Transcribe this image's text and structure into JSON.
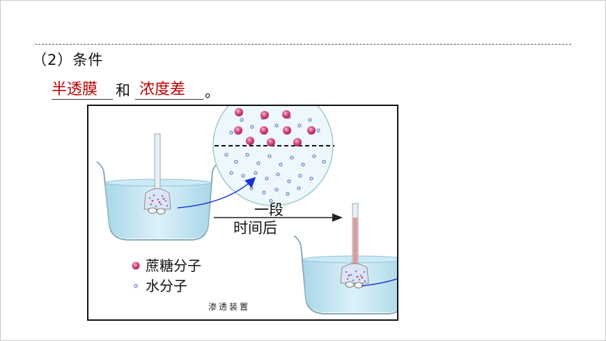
{
  "section": {
    "heading": "（2）条件",
    "blank1": "半透膜",
    "connector": "和",
    "blank2": "浓度差",
    "end_punct": "。"
  },
  "figure": {
    "arrow_label_line1": "一段",
    "arrow_label_line2": "时间后",
    "legend": [
      {
        "label": "蔗糖分子",
        "color": "#d2417a"
      },
      {
        "label": "水分子",
        "color": "#6f86c8"
      }
    ],
    "caption": "渗透装置"
  },
  "colors": {
    "answer_red": "#c00000",
    "water": "#bfe3f0",
    "sugar": "#d2417a",
    "water_molecule": "#6f86c8",
    "arrow_blue": "#1530d8"
  }
}
